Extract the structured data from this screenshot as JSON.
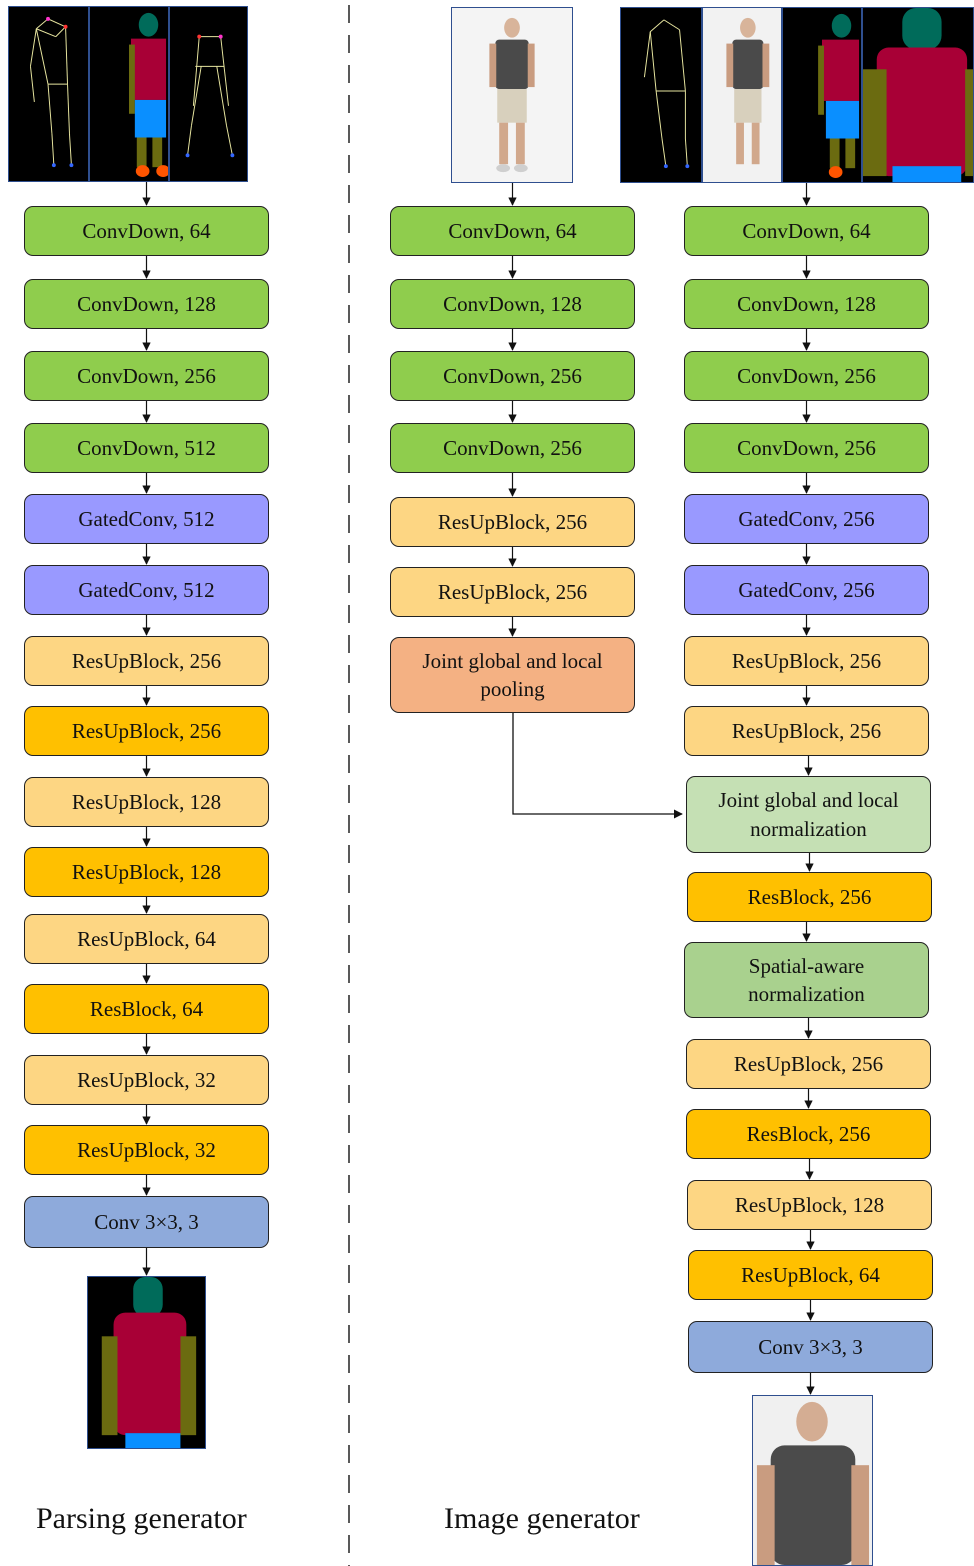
{
  "figure": {
    "captions": {
      "left": "Parsing generator",
      "right": "Image generator"
    },
    "colors": {
      "convdown": "#8fcd4d",
      "gatedconv": "#9999ff",
      "resup_light": "#fdd683",
      "resup_dark": "#ffc000",
      "conv": "#8eaadb",
      "pooling": "#f4b183",
      "joint_norm": "#c5e0b4",
      "spatial_norm": "#a9d18e"
    },
    "parsing_column": [
      "ConvDown, 64",
      "ConvDown, 128",
      "ConvDown, 256",
      "ConvDown, 512",
      "GatedConv, 512",
      "GatedConv, 512",
      "ResUpBlock, 256",
      "ResUpBlock, 256",
      "ResUpBlock, 128",
      "ResUpBlock, 128",
      "ResUpBlock, 64",
      "ResBlock, 64",
      "ResUpBlock, 32",
      "ResUpBlock, 32",
      "Conv 3×3,  3"
    ],
    "source_column": [
      "ConvDown, 64",
      "ConvDown, 128",
      "ConvDown, 256",
      "ConvDown, 256",
      "ResUpBlock, 256",
      "ResUpBlock, 256",
      "Joint global and local pooling"
    ],
    "image_column": [
      "ConvDown, 64",
      "ConvDown, 128",
      "ConvDown, 256",
      "ConvDown, 256",
      "GatedConv, 256",
      "GatedConv, 256",
      "ResUpBlock, 256",
      "ResUpBlock, 256",
      "Joint global and local normalization",
      "ResBlock, 256",
      "Spatial-aware normalization",
      "ResUpBlock, 256",
      "ResBlock, 256",
      "ResUpBlock, 128",
      "ResUpBlock, 64",
      "Conv 3×3,  3"
    ]
  }
}
